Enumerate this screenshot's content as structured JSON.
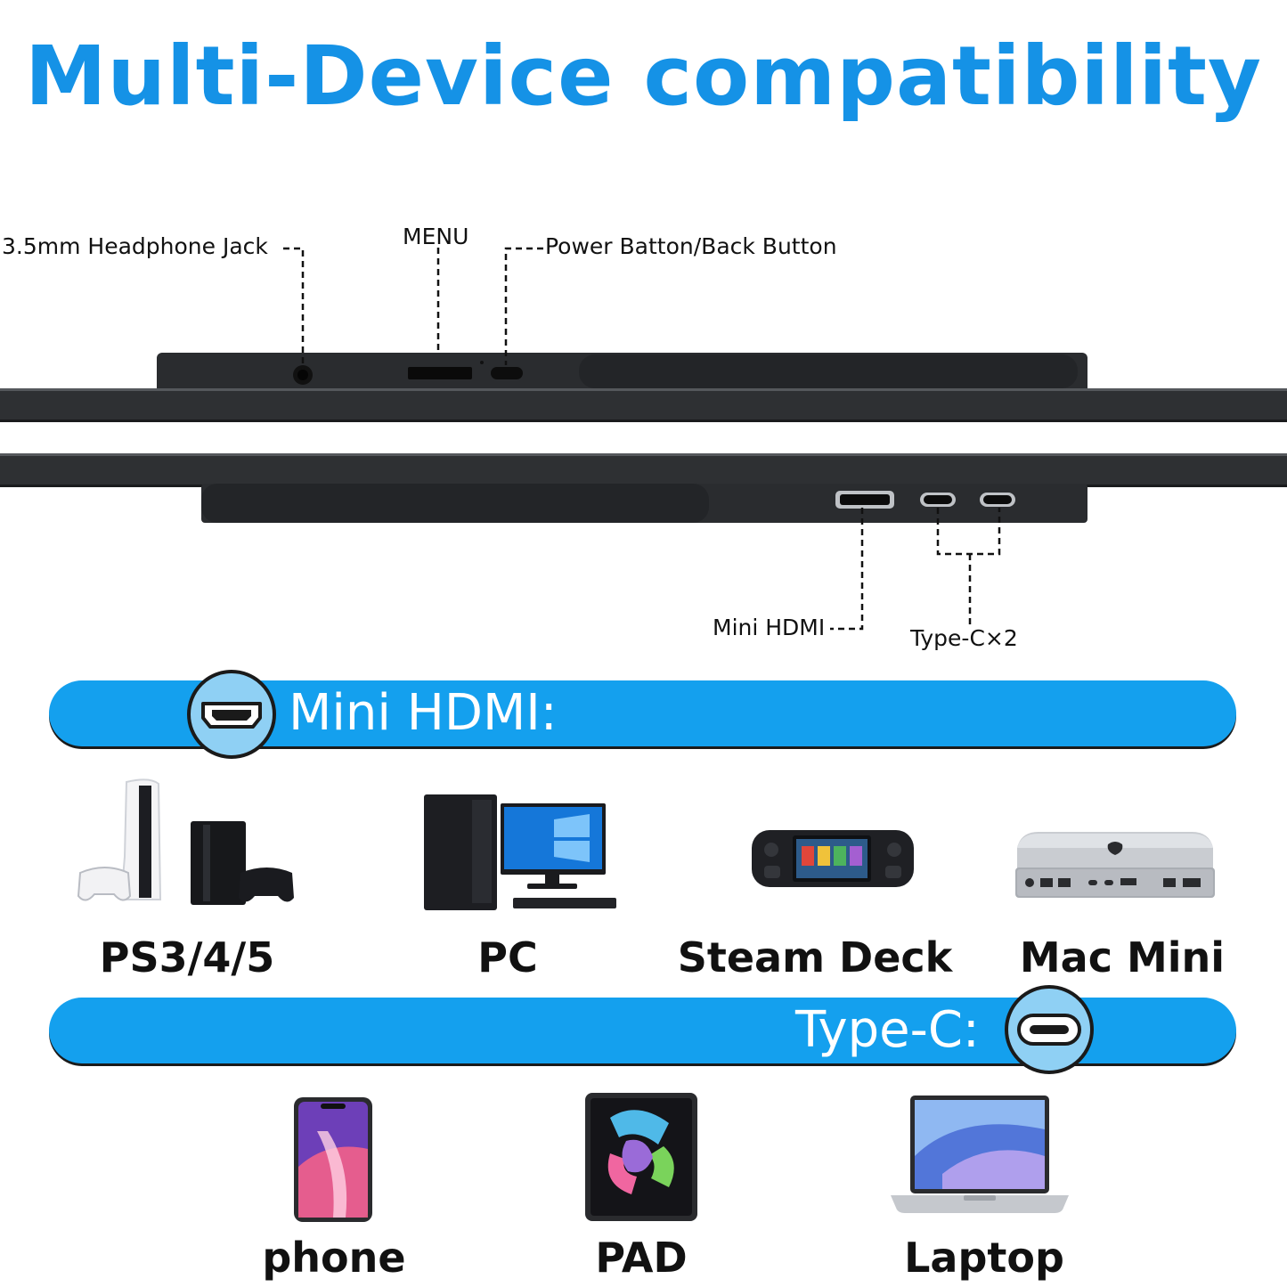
{
  "title": "Multi-Device compatibility",
  "callouts": {
    "headphone": "3.5mm Headphone Jack",
    "menu": "MENU",
    "power": "Power Batton/Back Button",
    "mini_hdmi": "Mini HDMI",
    "typec": "Type-C×2"
  },
  "sections": {
    "hdmi": {
      "label": "Mini HDMI:",
      "icon": "mini-hdmi-port-icon",
      "devices": [
        {
          "label": "PS3/4/5",
          "icon": "game-console-icon"
        },
        {
          "label": "PC",
          "icon": "desktop-pc-icon"
        },
        {
          "label": "Steam Deck",
          "icon": "handheld-console-icon"
        },
        {
          "label": "Mac Mini",
          "icon": "mac-mini-icon"
        }
      ]
    },
    "typec": {
      "label": "Type-C:",
      "icon": "usb-c-port-icon",
      "devices": [
        {
          "label": "phone",
          "icon": "phone-icon"
        },
        {
          "label": "PAD",
          "icon": "tablet-icon"
        },
        {
          "label": "Laptop",
          "icon": "laptop-icon"
        }
      ]
    }
  },
  "colors": {
    "accent": "#1592e6",
    "bar": "#14a0ee",
    "monitor": "#2b2d30"
  }
}
